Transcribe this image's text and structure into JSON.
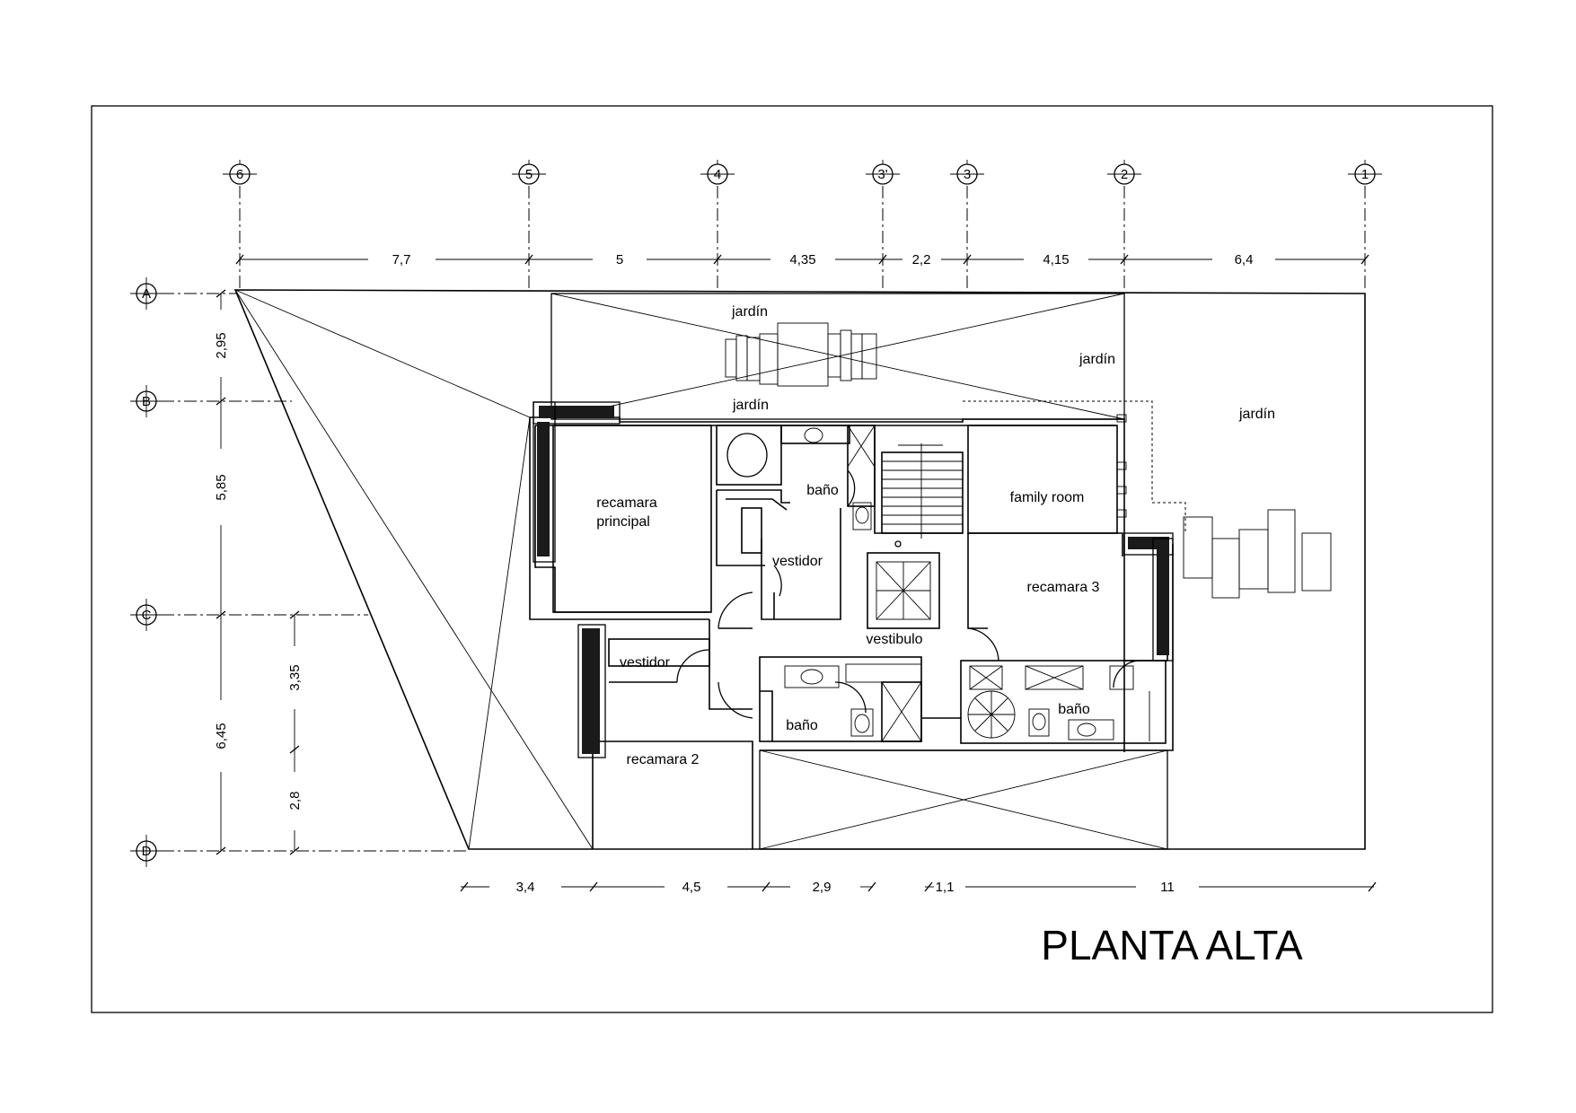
{
  "title": "PLANTA ALTA",
  "axes": {
    "columns": [
      "6",
      "5",
      "4",
      "3'",
      "3",
      "2",
      "1"
    ],
    "rows": [
      "A",
      "B",
      "C",
      "D"
    ]
  },
  "dimensions": {
    "top": [
      "7,7",
      "5",
      "4,35",
      "2,2",
      "4,15",
      "6,4"
    ],
    "bottom": [
      "3,4",
      "4,5",
      "2,9",
      "1,1",
      "11"
    ],
    "left_outer": [
      "2,95",
      "5,85",
      "6,45"
    ],
    "left_inner": [
      "3,35",
      "2,8"
    ]
  },
  "rooms": {
    "jardin_top": "jardín",
    "jardin_top_right": "jardín",
    "jardin_right": "jardín",
    "jardin_inner": "jardín",
    "recamara_principal_1": "recamara",
    "recamara_principal_2": "principal",
    "bano_1": "baño",
    "vestidor_1": "vestidor",
    "family_room": "family room",
    "recamara_3": "recamara 3",
    "vestibulo": "vestibulo",
    "vestidor_2": "vestidor",
    "bano_2": "baño",
    "bano_3": "baño",
    "recamara_2": "recamara 2"
  }
}
